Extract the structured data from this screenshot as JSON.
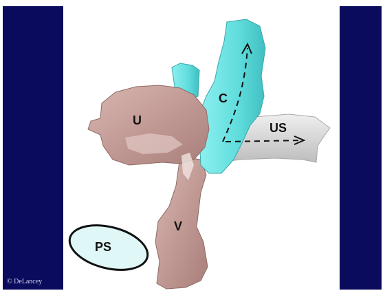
{
  "labels": {
    "uterus": "U",
    "cervix": "C",
    "uterosacral": "US",
    "vagina": "V",
    "pubic_symphysis": "PS"
  },
  "copyright": "© DeLancey",
  "colors": {
    "frame": "#0b0b5e",
    "uterus_vagina": "#c9a49f",
    "cervix": "#6fe3e3",
    "ligament": "#d8d8d8",
    "symphysis_fill": "#dff7f7"
  }
}
